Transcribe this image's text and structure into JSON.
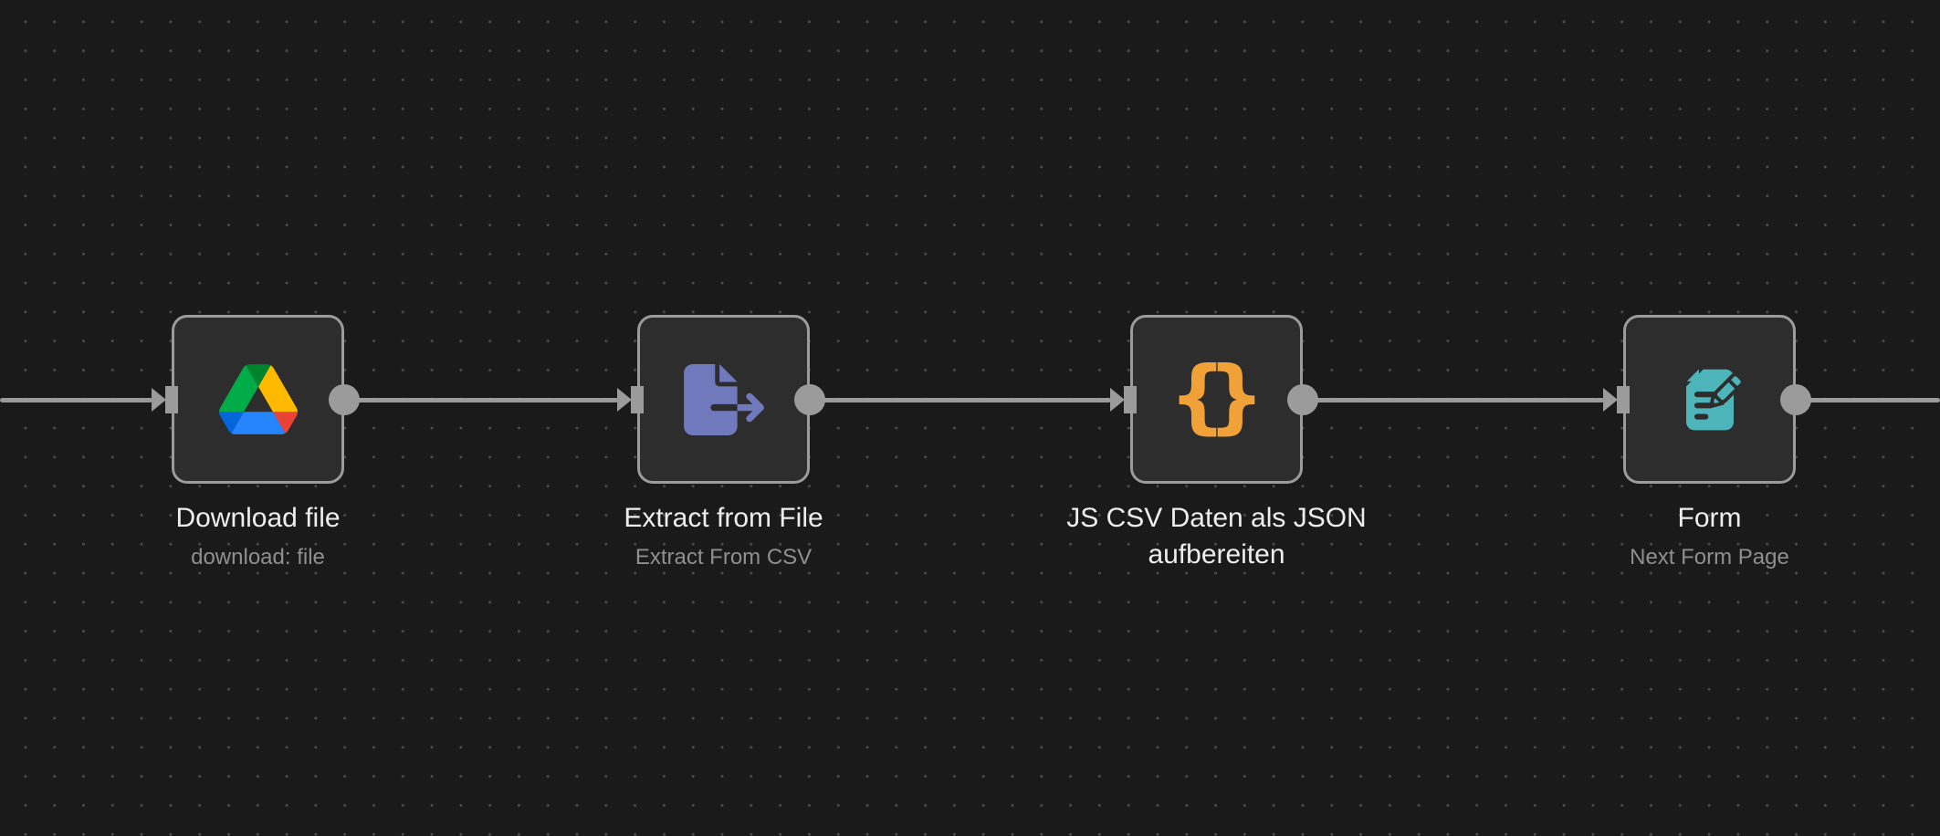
{
  "canvas": {
    "background_color": "#1a1a1a",
    "grid_dot_color": "#4a4a4a",
    "connector_color": "#9b9b9b",
    "node_fill_color": "#2d2d2e",
    "node_border_color": "#9b9b9b",
    "title_color": "#ededed",
    "subtitle_color": "#8f8f8f"
  },
  "drive_icon_colors": {
    "blue": "#0066da",
    "green": "#00ac47",
    "red": "#ea4335",
    "dark_green": "#00832d",
    "bright_blue": "#2684fc",
    "yellow": "#ffba00"
  },
  "nodes": [
    {
      "title": "Download file",
      "subtitle": "download: file",
      "icon": "google-drive-icon"
    },
    {
      "title": "Extract from File",
      "subtitle": "Extract From CSV",
      "icon": "file-export-icon",
      "icon_color": "#7179bd"
    },
    {
      "title": "JS CSV Daten als JSON aufbereiten",
      "subtitle": "",
      "icon": "code-braces-icon",
      "icon_color": "#f0a138",
      "brace_left": "{",
      "brace_right": "}"
    },
    {
      "title": "Form",
      "subtitle": "Next Form Page",
      "icon": "form-edit-icon",
      "icon_color": "#4db5ba"
    }
  ]
}
